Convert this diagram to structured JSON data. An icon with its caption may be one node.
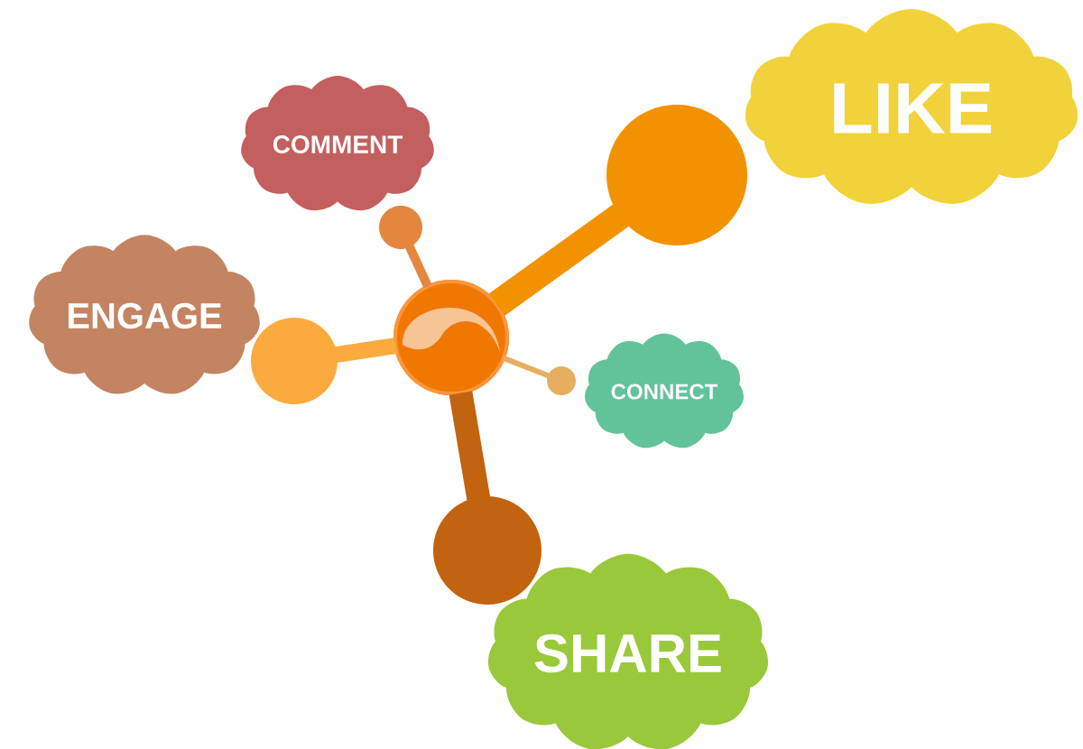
{
  "diagram": {
    "nodes": [
      {
        "text": [
          "LIKE"
        ]
      },
      {
        "text": [
          "COMMENT"
        ]
      },
      {
        "text": [
          "ENGAGE"
        ]
      },
      {
        "text": [
          "CONNECT"
        ]
      },
      {
        "text": [
          "SHARE"
        ]
      },
      {
        "text": [],
        "shape": "circle"
      },
      {
        "text": [],
        "shape": "circle"
      },
      {
        "text": [],
        "shape": "circle"
      },
      {
        "text": [],
        "shape": "circle"
      },
      {
        "text": [],
        "shape": "circle"
      },
      {
        "text": [],
        "shape": "circle"
      }
    ],
    "edges": [
      {
        "from": 7,
        "to": 5,
        "arrow": "none",
        "color": "#fbab3e"
      },
      {
        "from": 7,
        "to": 6,
        "arrow": "none",
        "color": "#e5863f"
      },
      {
        "from": 7,
        "to": 8,
        "arrow": "none",
        "color": "#c2630f"
      },
      {
        "from": 7,
        "to": 9,
        "arrow": "none",
        "color": "#e7ae5f"
      },
      {
        "from": 7,
        "to": 10,
        "arrow": "none",
        "color": "#f39200"
      }
    ]
  }
}
